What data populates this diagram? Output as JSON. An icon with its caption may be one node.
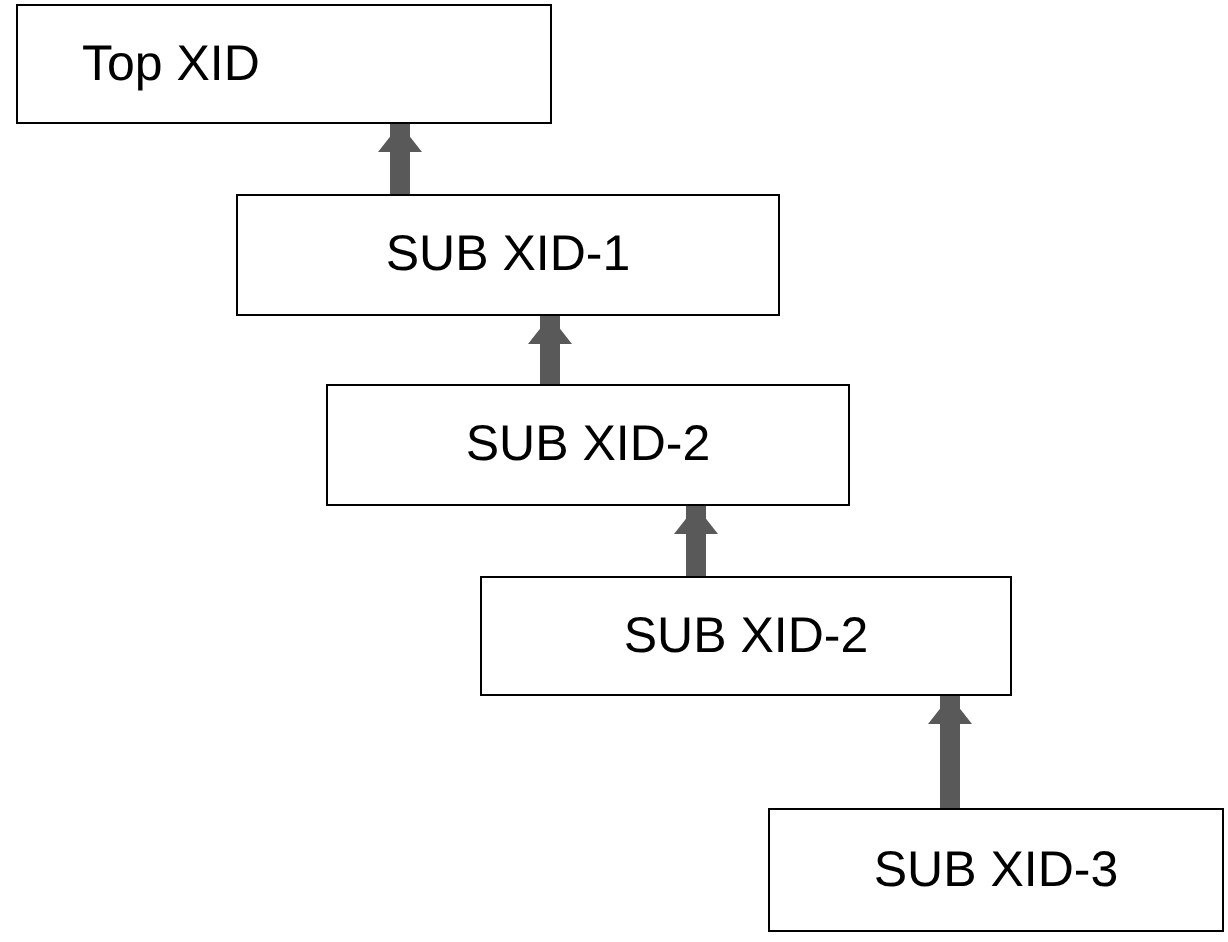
{
  "diagram": {
    "nodes": [
      {
        "text": [
          "Top XID"
        ]
      },
      {
        "text": [
          "SUB XID-1"
        ]
      },
      {
        "text": [
          "SUB XID-2"
        ]
      },
      {
        "text": [
          "SUB XID-2"
        ]
      },
      {
        "text": [
          "SUB XID-3"
        ]
      }
    ],
    "edges": [
      {
        "from": 1,
        "to": 0,
        "arrow": "to"
      },
      {
        "from": 2,
        "to": 1,
        "arrow": "to"
      },
      {
        "from": 3,
        "to": 2,
        "arrow": "to"
      },
      {
        "from": 4,
        "to": 3,
        "arrow": "to"
      }
    ]
  }
}
